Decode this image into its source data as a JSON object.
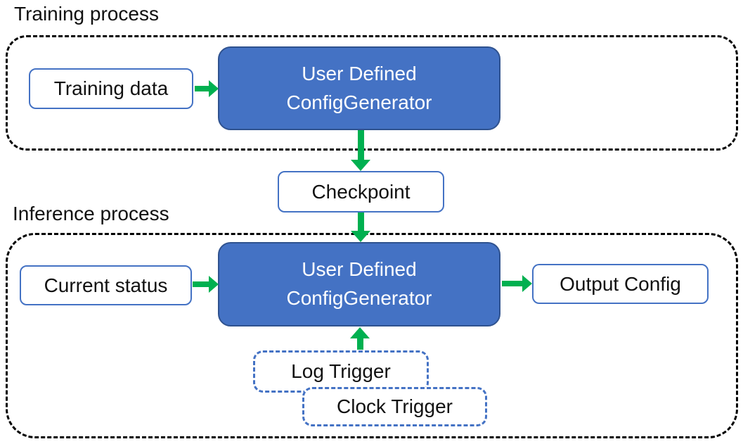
{
  "training": {
    "title": "Training process",
    "data_box_label": "Training data",
    "generator_line1": "User Defined",
    "generator_line2": "ConfigGenerator"
  },
  "checkpoint": {
    "label": "Checkpoint"
  },
  "inference": {
    "title": "Inference process",
    "status_box_label": "Current status",
    "generator_line1": "User Defined",
    "generator_line2": "ConfigGenerator",
    "output_box_label": "Output Config",
    "log_trigger_label": "Log Trigger",
    "clock_trigger_label": "Clock Trigger"
  },
  "colors": {
    "node_fill": "#4472C4",
    "node_border": "#2F528F",
    "box_border": "#4472C4",
    "trigger_border": "#4472C4",
    "arrow_green": "#00B050",
    "region_border": "#000000",
    "text_dark": "#111111",
    "text_light": "#FFFFFF"
  }
}
